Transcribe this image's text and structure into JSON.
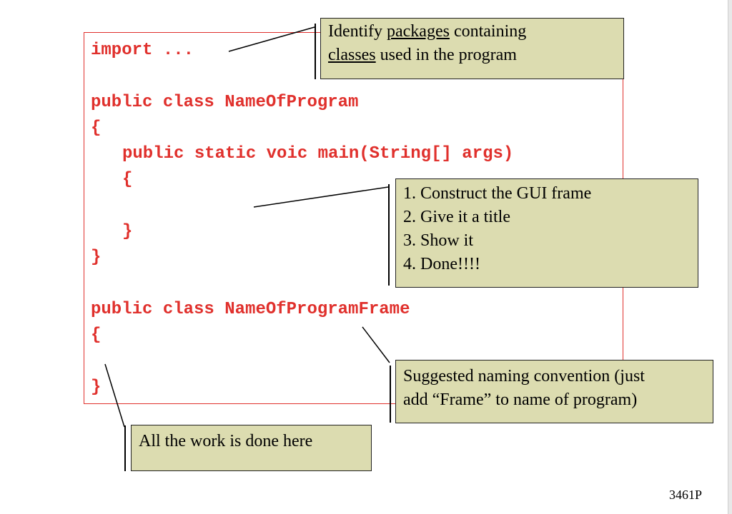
{
  "code": {
    "line1": "import ...",
    "line2": "public class NameOfProgram",
    "line3": "{",
    "line4": "public static voic main(String[] args)",
    "line5": "{",
    "line6": "}",
    "line7": "}",
    "line8": "public class NameOfProgramFrame",
    "line9": "{",
    "line10": "}"
  },
  "callouts": {
    "imports": {
      "text1": "Identify ",
      "link1": "packages",
      "text2": " containing",
      "link2": "classes",
      "text3": " used in the program"
    },
    "main_steps": [
      "1. Construct the GUI frame",
      "2. Give it a title",
      "3. Show it",
      "4. Done!!!!"
    ],
    "naming": {
      "line1": "Suggested naming convention (just",
      "line2": "add “Frame” to name of program)"
    },
    "work": "All the work is done here"
  },
  "page_number": "3461P",
  "colors": {
    "code": "#e0302c",
    "callout_fill": "#dcdcb0"
  }
}
